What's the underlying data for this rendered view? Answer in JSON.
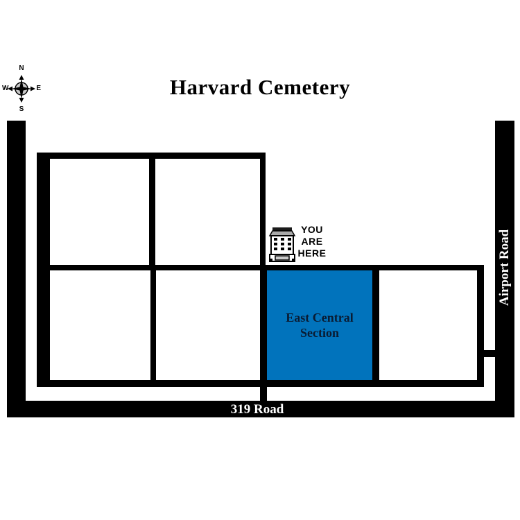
{
  "title": "Harvard Cemetery",
  "compass": {
    "north": "N",
    "south": "S",
    "east": "E",
    "west": "W"
  },
  "you_are_here": {
    "line1": "YOU",
    "line2": "ARE",
    "line3": "HERE"
  },
  "highlighted_section": {
    "label": "East Central Section"
  },
  "road_labels": {
    "bottom_road": "319 Road",
    "right_road": "Airport Road"
  },
  "icons": {
    "marker": "building-icon",
    "compass": "compass-rose-icon"
  },
  "colors": {
    "background": "#FFFFFF",
    "road": "#000000",
    "road_label": "#FFFFFF",
    "section_highlight": "#0173BC",
    "section_label": "#0A1C33",
    "compass_circle": "#C9C9C9",
    "building_roof": "#A9A9A9",
    "building_door": "#C9C9C9"
  }
}
